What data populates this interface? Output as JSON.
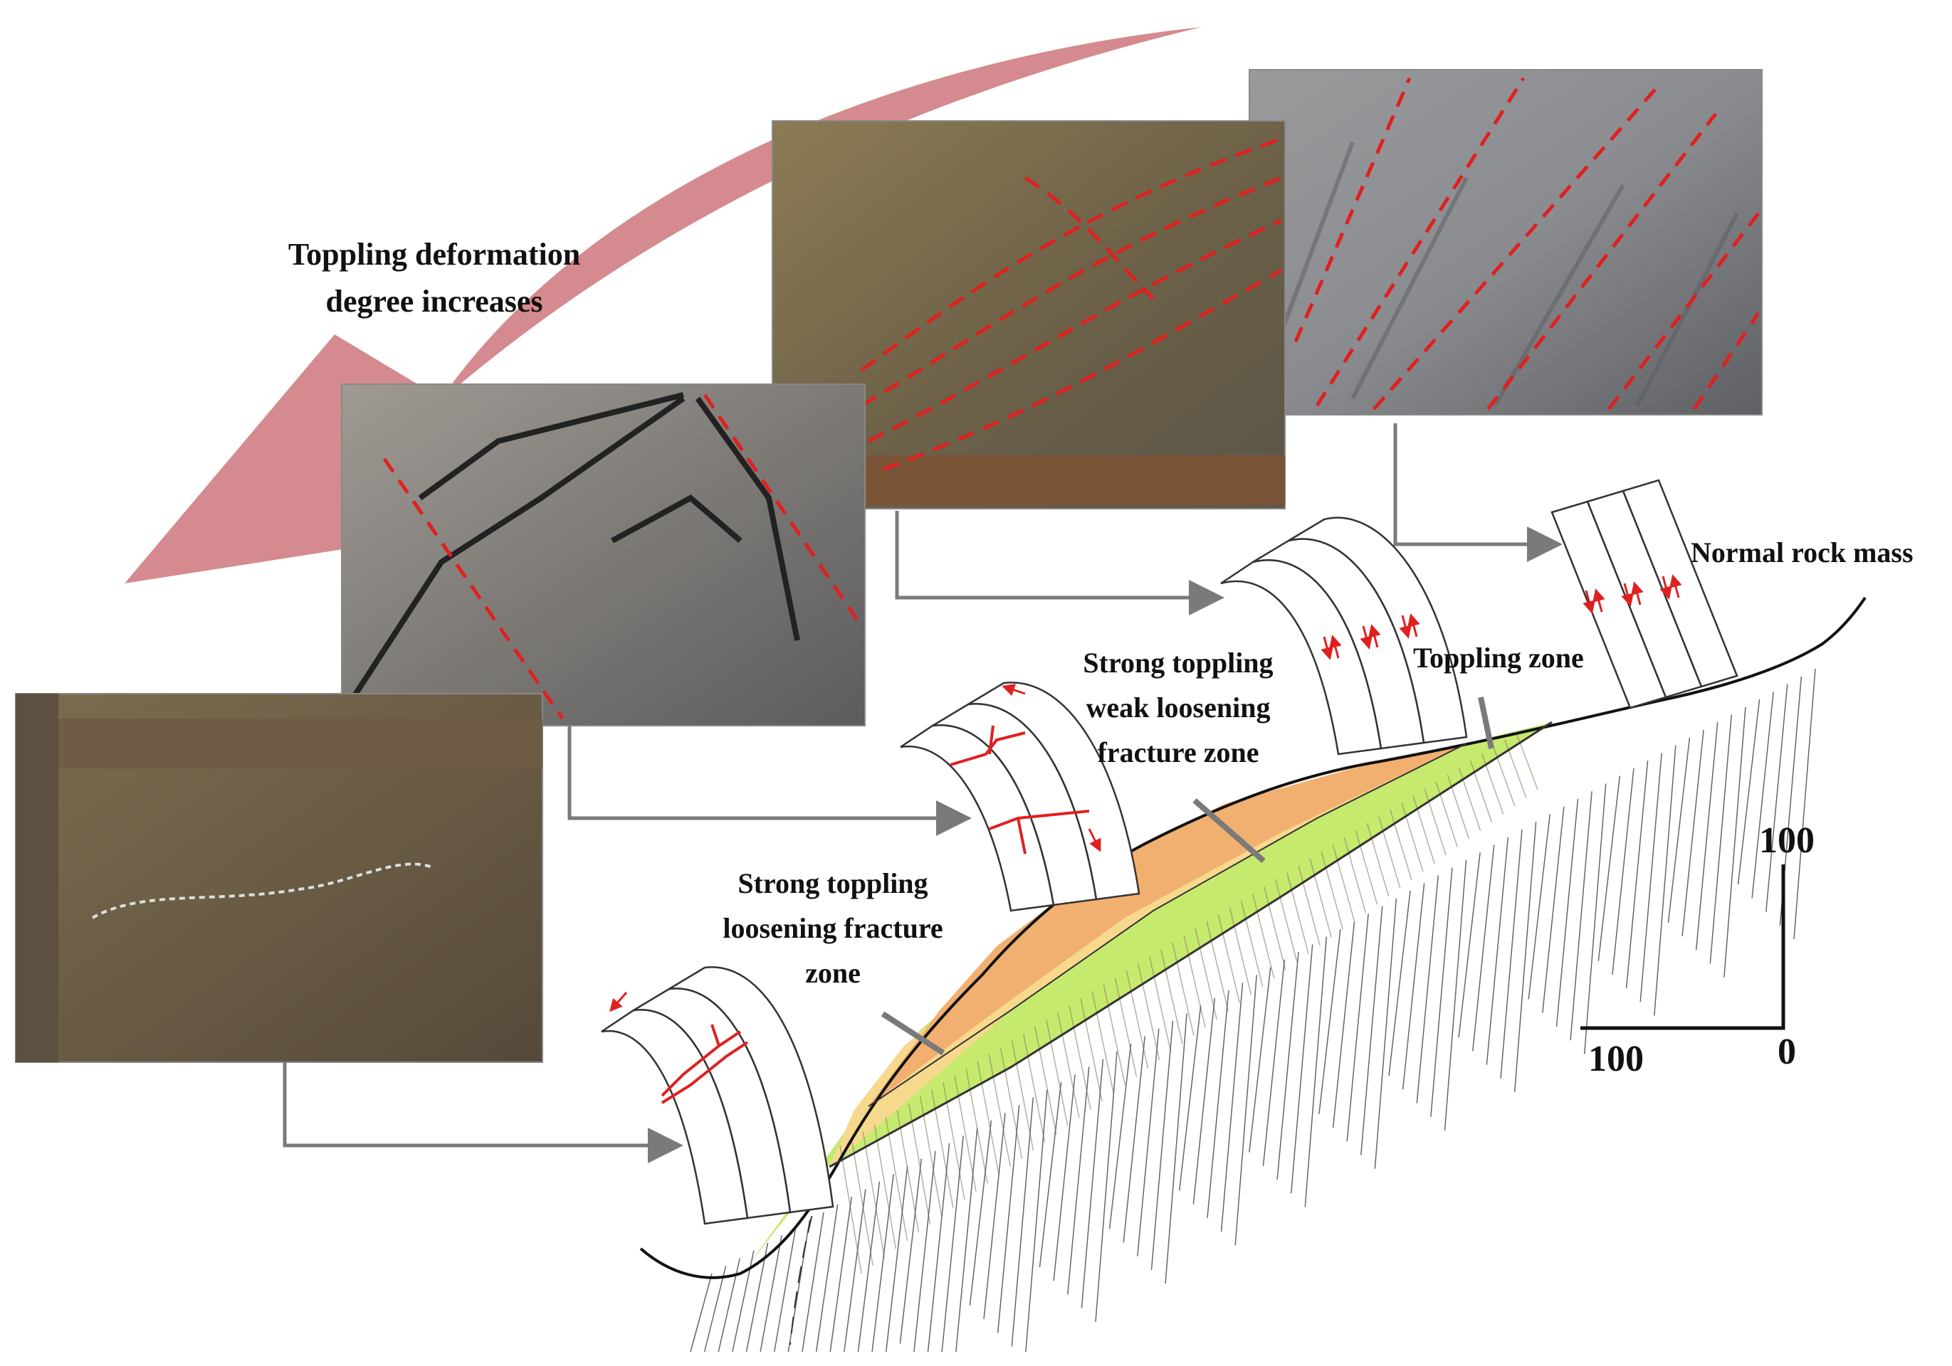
{
  "labels": {
    "arrow_line1": "Toppling deformation",
    "arrow_line2": "degree increases",
    "normal": "Normal rock mass",
    "toppling": "Toppling zone",
    "weak_line1": "Strong toppling",
    "weak_line2": "weak loosening",
    "weak_line3": "fracture zone",
    "strong_line1": "Strong toppling",
    "strong_line2": "loosening fracture",
    "strong_line3": "zone"
  },
  "scale": {
    "vertical": "100",
    "horizontal": "100",
    "origin": "0"
  },
  "colors": {
    "arrow": "#d48a8e",
    "strong_zone": "#f2b070",
    "weak_zone": "#f7d98e",
    "toppling_zone": "#c6ea6e",
    "marker": "#e02020",
    "connector": "#7a7a7a"
  }
}
